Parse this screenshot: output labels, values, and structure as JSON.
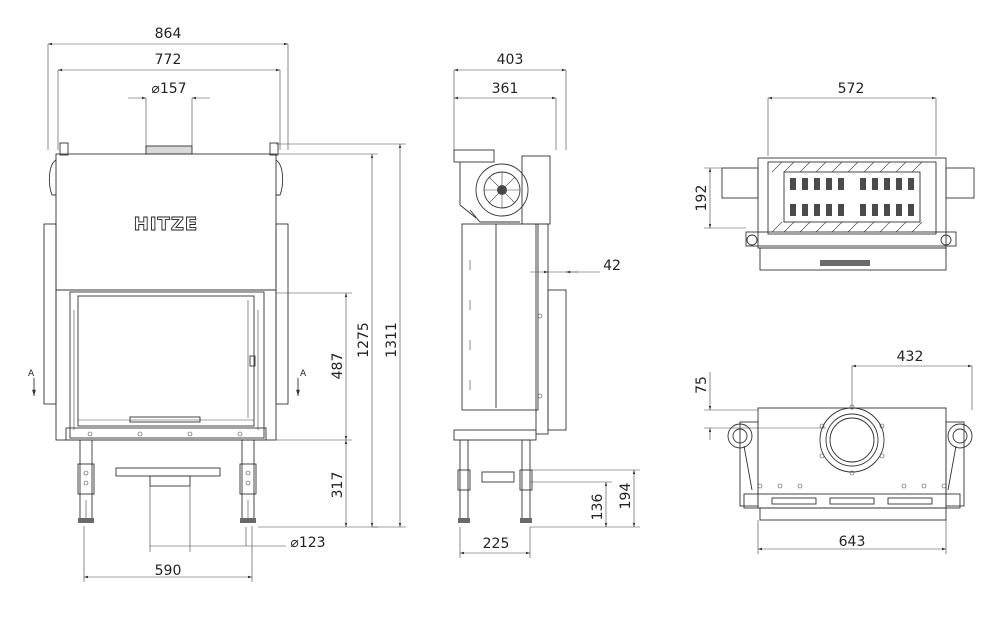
{
  "brand": "HITZE",
  "section_marker": "A",
  "front_view": {
    "dim_overall_width": "864",
    "dim_inner_width": "772",
    "dim_flue_diameter": "⌀157",
    "dim_height_door": "487",
    "dim_height_body": "1275",
    "dim_height_total": "1311",
    "dim_leg_height": "317",
    "dim_bottom_diameter": "⌀123",
    "dim_leg_span": "590"
  },
  "side_view": {
    "dim_total_depth": "403",
    "dim_body_depth": "361",
    "dim_offset": "42",
    "dim_foot_depth": "225",
    "dim_h1": "136",
    "dim_h2": "194"
  },
  "top_view": {
    "dim_width": "572",
    "dim_depth": "192"
  },
  "bottom_view": {
    "dim_flue_offset": "432",
    "dim_flue_edge": "75",
    "dim_width": "643"
  }
}
